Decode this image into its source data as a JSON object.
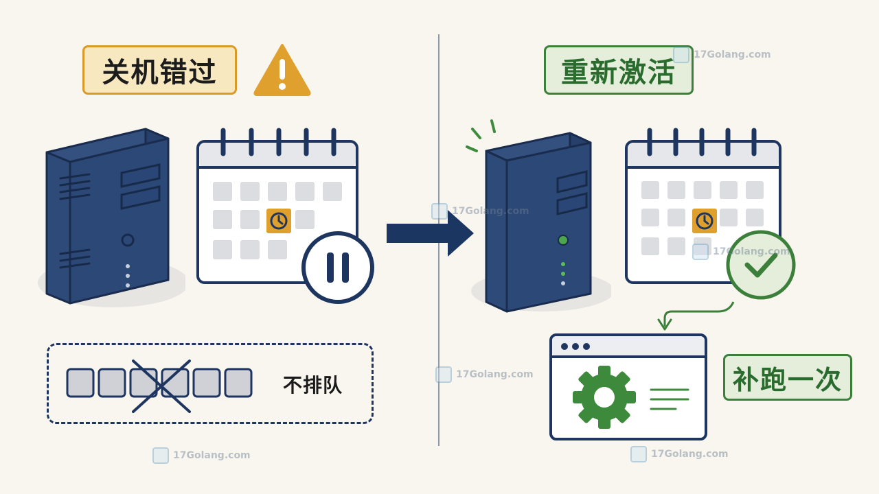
{
  "left_panel": {
    "title_label": "关机错过",
    "queue_label": "不排队"
  },
  "right_panel": {
    "title_label": "重新激活",
    "action_label": "补跑一次"
  },
  "watermark": {
    "text": "17Golang.com"
  },
  "icons": {
    "warning": "warning-triangle-icon",
    "pause": "pause-circle-icon",
    "check": "check-circle-icon",
    "gear": "gear-icon",
    "clock": "clock-icon",
    "arrow": "right-arrow-icon"
  },
  "colors": {
    "background": "#f8f6ef",
    "navy": "#1d355f",
    "amber": "#e0a02d",
    "green": "#3b7f3b",
    "light_green": "#e5eedb",
    "light_amber": "#f7e8bf"
  }
}
